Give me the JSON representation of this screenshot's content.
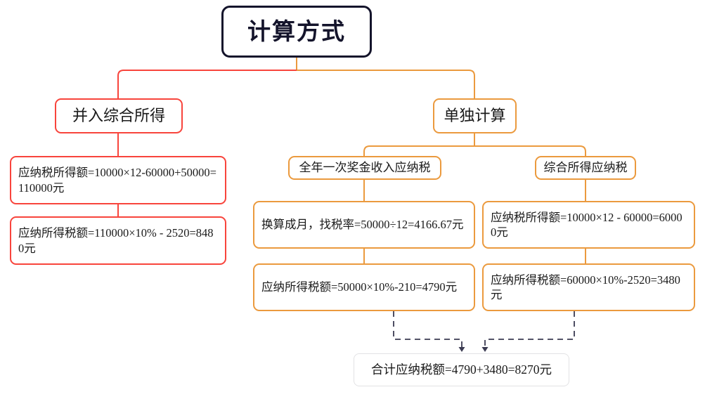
{
  "diagram": {
    "title": "计算方式",
    "colors": {
      "root_border": "#14142b",
      "left_branch": "#f8443c",
      "right_branch": "#eb9a3e",
      "dashed_connector": "#3b3b52",
      "total_border": "#e2e2e4",
      "background": "#ffffff"
    },
    "root": {
      "label": "计算方式"
    },
    "branches": [
      {
        "id": "left",
        "color_name": "red",
        "head": "并入综合所得",
        "steps": [
          "应纳税所得额=10000×12-60000+50000=110000元",
          "应纳所得税额=110000×10% - 2520=8480元"
        ]
      },
      {
        "id": "right",
        "color_name": "orange",
        "head": "单独计算",
        "sub_branches": [
          {
            "id": "bonus",
            "head": "全年一次奖金收入应纳税",
            "steps": [
              "换算成月，找税率=50000÷12=4166.67元",
              "应纳所得税额=50000×10%-210=4790元"
            ]
          },
          {
            "id": "comprehensive",
            "head": "综合所得应纳税",
            "steps": [
              "应纳税所得额=10000×12 - 60000=60000元",
              "应纳所得税额=60000×10%-2520=3480元"
            ]
          }
        ],
        "total": "合计应纳税额=4790+3480=8270元"
      }
    ]
  }
}
